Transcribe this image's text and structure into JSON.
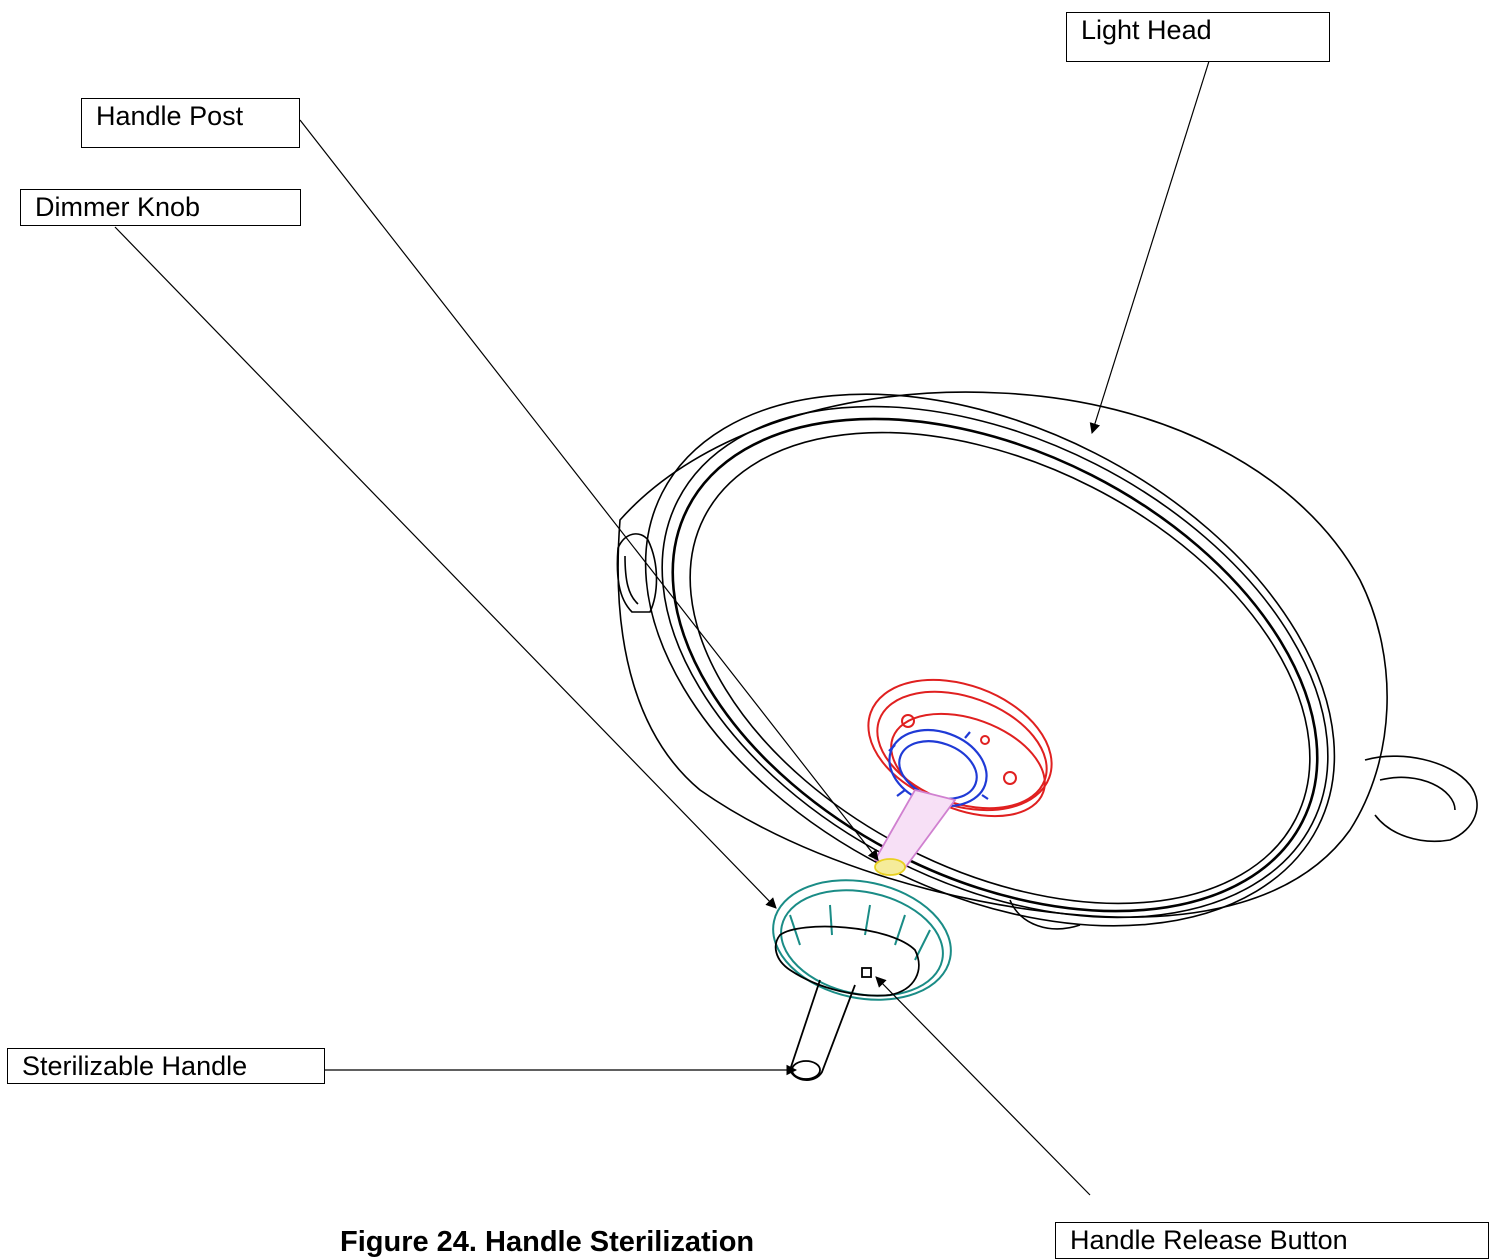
{
  "labels": {
    "light_head": "Light Head",
    "handle_post": "Handle Post",
    "dimmer_knob": "Dimmer Knob",
    "sterilizable_handle": "Sterilizable Handle",
    "handle_release_button": "Handle Release Button"
  },
  "caption": "Figure 24. Handle Sterilization",
  "colors": {
    "outline": "#000000",
    "hub": "#e02020",
    "clip_ring": "#1f3ad6",
    "post": "#f2b8ee",
    "post_tip": "#e8d020",
    "dimmer_knob": "#1a8c86",
    "accent": "#33ccdd"
  }
}
